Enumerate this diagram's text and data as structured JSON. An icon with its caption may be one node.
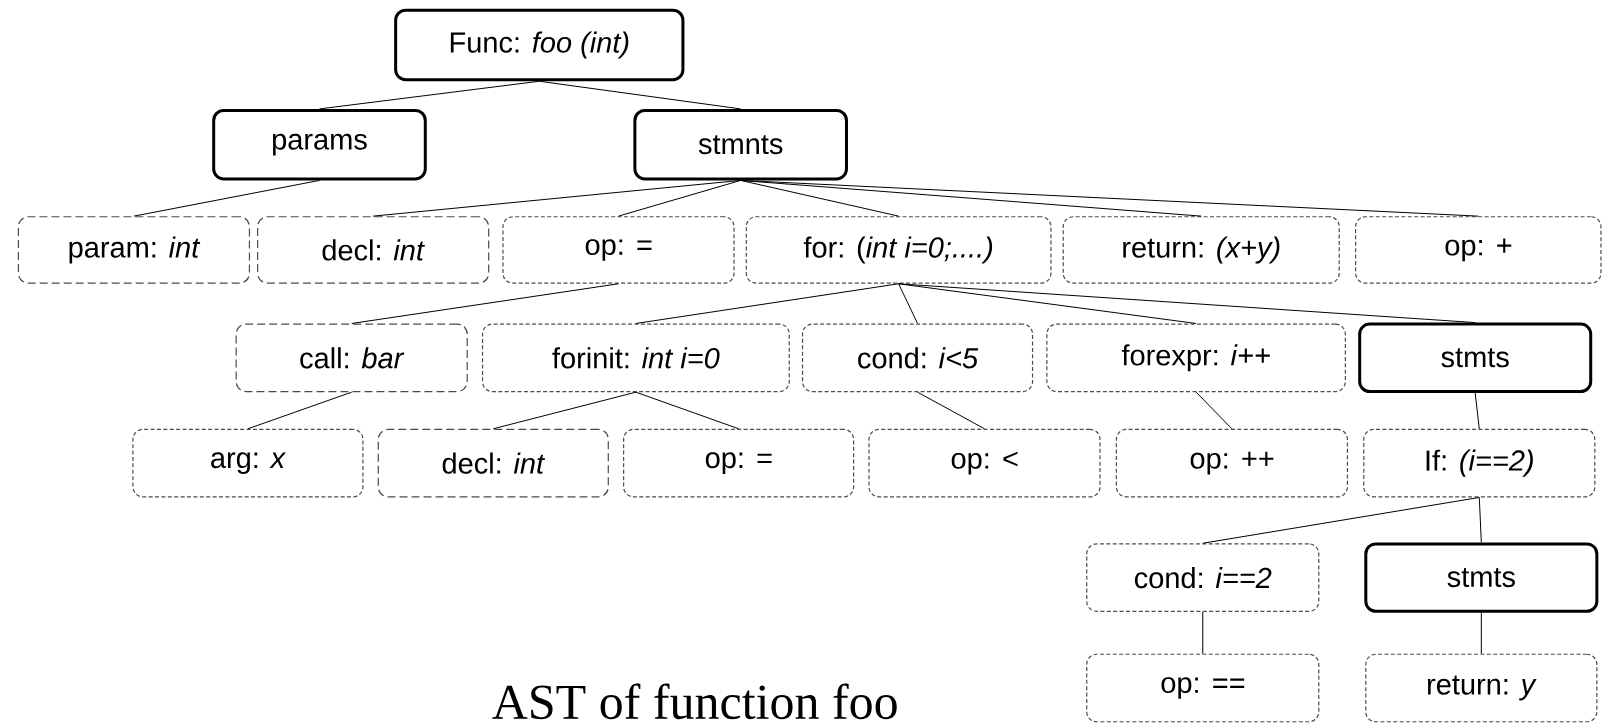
{
  "diagram": {
    "caption": "AST of function foo",
    "nodes": [
      {
        "text": [
          "Func: *foo (int)*"
        ]
      },
      {
        "text": [
          "params"
        ]
      },
      {
        "text": [
          "stmnts"
        ]
      },
      {
        "text": [
          "param: *int*"
        ]
      },
      {
        "text": [
          "decl: *int*"
        ]
      },
      {
        "text": [
          "op: *=*"
        ]
      },
      {
        "text": [
          "for: (*int i=0;....)*"
        ]
      },
      {
        "text": [
          "return: *(x+y)*"
        ]
      },
      {
        "text": [
          "op: *+*"
        ]
      },
      {
        "text": [
          "call: *bar*"
        ]
      },
      {
        "text": [
          "forinit: *int i=0*"
        ]
      },
      {
        "text": [
          "cond: *i<5*"
        ]
      },
      {
        "text": [
          "forexpr: *i++*"
        ]
      },
      {
        "text": [
          "stmts"
        ]
      },
      {
        "text": [
          "arg: *x*"
        ]
      },
      {
        "text": [
          "decl: *int*"
        ]
      },
      {
        "text": [
          "op: *=*"
        ]
      },
      {
        "text": [
          "op: *<*"
        ]
      },
      {
        "text": [
          "op: *++*"
        ]
      },
      {
        "text": [
          "If: *(i==2)*"
        ]
      },
      {
        "text": [
          "cond: *i==2*"
        ]
      },
      {
        "text": [
          "stmts"
        ]
      },
      {
        "text": [
          "op: *==*"
        ]
      },
      {
        "text": [
          "return: *y*"
        ]
      }
    ],
    "edges": [
      {
        "from": 0,
        "to": 1,
        "arrow": "none"
      },
      {
        "from": 0,
        "to": 2,
        "arrow": "none"
      },
      {
        "from": 1,
        "to": 3,
        "arrow": "none"
      },
      {
        "from": 2,
        "to": 4,
        "arrow": "none"
      },
      {
        "from": 2,
        "to": 5,
        "arrow": "none"
      },
      {
        "from": 2,
        "to": 6,
        "arrow": "none"
      },
      {
        "from": 2,
        "to": 7,
        "arrow": "none"
      },
      {
        "from": 2,
        "to": 8,
        "arrow": "none"
      },
      {
        "from": 5,
        "to": 9,
        "arrow": "none"
      },
      {
        "from": 6,
        "to": 10,
        "arrow": "none"
      },
      {
        "from": 6,
        "to": 11,
        "arrow": "none"
      },
      {
        "from": 6,
        "to": 12,
        "arrow": "none"
      },
      {
        "from": 6,
        "to": 13,
        "arrow": "none"
      },
      {
        "from": 9,
        "to": 14,
        "arrow": "none"
      },
      {
        "from": 10,
        "to": 15,
        "arrow": "none"
      },
      {
        "from": 10,
        "to": 16,
        "arrow": "none"
      },
      {
        "from": 11,
        "to": 17,
        "arrow": "none"
      },
      {
        "from": 12,
        "to": 18,
        "arrow": "none"
      },
      {
        "from": 13,
        "to": 19,
        "arrow": "none"
      },
      {
        "from": 19,
        "to": 20,
        "arrow": "none"
      },
      {
        "from": 19,
        "to": 21,
        "arrow": "none"
      },
      {
        "from": 20,
        "to": 22,
        "arrow": "none"
      },
      {
        "from": 21,
        "to": 23,
        "arrow": "none"
      }
    ]
  }
}
